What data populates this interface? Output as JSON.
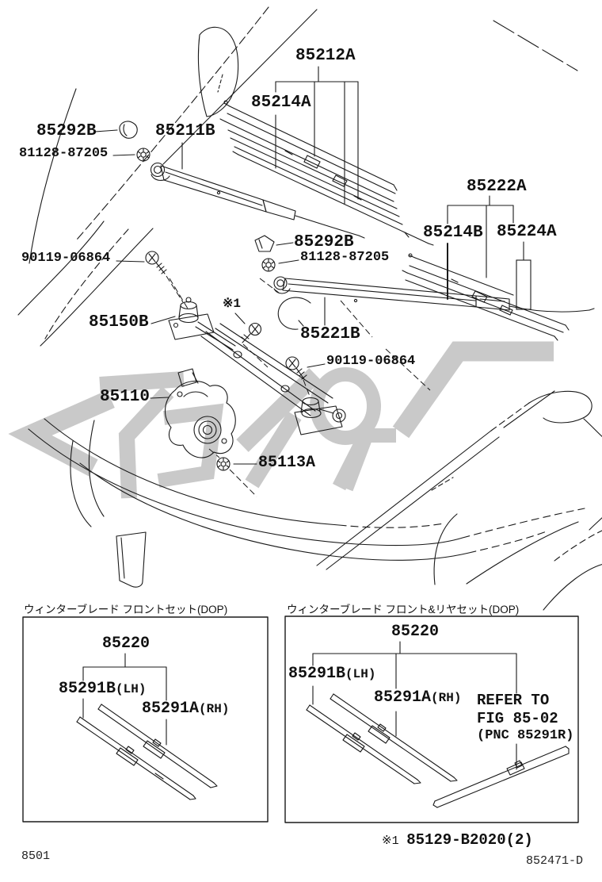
{
  "page": {
    "background": "#ffffff",
    "line_color": "#1a1a1a",
    "watermark_color": "#c9c9c9"
  },
  "main": {
    "labels": [
      {
        "id": "85292B-upper",
        "text": "85292B"
      },
      {
        "id": "81128-87205-upper",
        "text": "81128-87205"
      },
      {
        "id": "85211B",
        "text": "85211B"
      },
      {
        "id": "85212A",
        "text": "85212A"
      },
      {
        "id": "85214A",
        "text": "85214A"
      },
      {
        "id": "85222A",
        "text": "85222A"
      },
      {
        "id": "85214B",
        "text": "85214B"
      },
      {
        "id": "85224A",
        "text": "85224A"
      },
      {
        "id": "90119-06864-left",
        "text": "90119-06864"
      },
      {
        "id": "85150B",
        "text": "85150B"
      },
      {
        "id": "note-mark",
        "text": "※1"
      },
      {
        "id": "85292B-mid",
        "text": "85292B"
      },
      {
        "id": "81128-87205-mid",
        "text": "81128-87205"
      },
      {
        "id": "85221B",
        "text": "85221B"
      },
      {
        "id": "90119-06864-right",
        "text": "90119-06864"
      },
      {
        "id": "85110",
        "text": "85110"
      },
      {
        "id": "85113A",
        "text": "85113A"
      }
    ]
  },
  "inset_left": {
    "title": "ウィンターブレード フロントセット(DOP)",
    "set_part": "85220",
    "blade_lh": "85291B",
    "blade_lh_side": "(LH)",
    "blade_rh": "85291A",
    "blade_rh_side": "(RH)"
  },
  "inset_right": {
    "title": "ウィンターブレード フロント&リヤセット(DOP)",
    "set_part": "85220",
    "blade_lh": "85291B",
    "blade_lh_side": "(LH)",
    "blade_rh": "85291A",
    "blade_rh_side": "(RH)",
    "refer_line1": "REFER TO",
    "refer_line2": "FIG 85-02",
    "refer_line3": "(PNC 85291R)"
  },
  "footer": {
    "footnote_mark": "※1",
    "footnote_part": "85129-B2020(2)",
    "figure_code": "8501",
    "drawing_code": "852471-D"
  }
}
